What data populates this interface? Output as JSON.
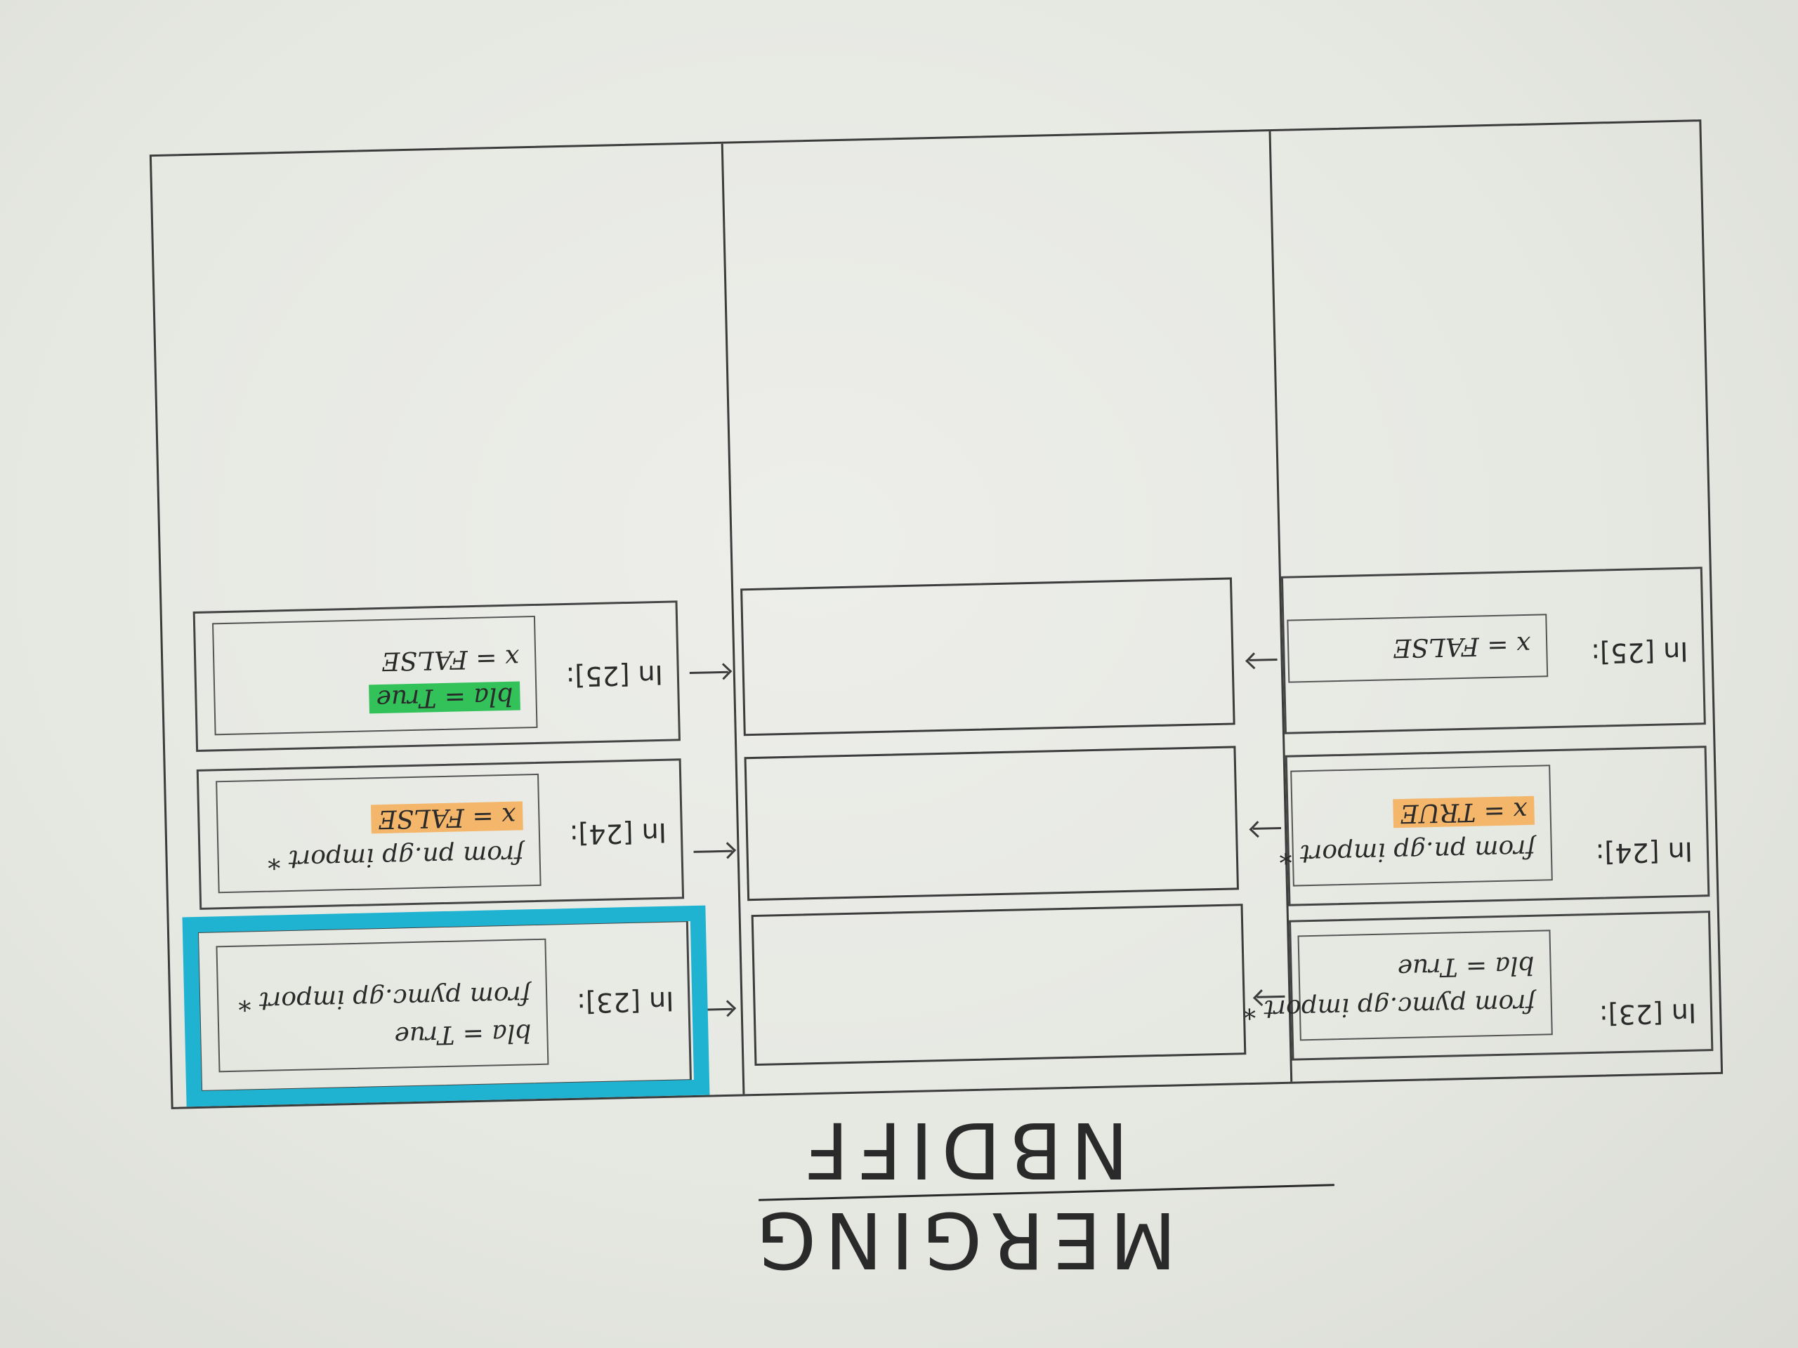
{
  "title": "MERGING NBDIFF",
  "local": {
    "cells": [
      {
        "prompt": "In [23]:",
        "lines": [
          "bla = True",
          "from pymc.gp import *"
        ]
      },
      {
        "prompt": "In [24]:",
        "lines": [
          "from pn.gp import *",
          "x = FALSE"
        ],
        "highlight_line": 1,
        "highlight_color": "#f4b66a"
      },
      {
        "prompt": "In [25]:",
        "lines": [
          "bla = True",
          "x = FALSE"
        ],
        "highlight_line": 0,
        "highlight_color": "#33c15a"
      }
    ]
  },
  "remote": {
    "cells": [
      {
        "prompt": "In [23]:",
        "lines": [
          "from pymc.gp import *",
          "bla = True"
        ]
      },
      {
        "prompt": "In [24]:",
        "lines": [
          "from pn.gp import *",
          "x = TRUE"
        ],
        "highlight_line": 1,
        "highlight_color": "#f4b66a"
      },
      {
        "prompt": "In [25]:",
        "lines": [
          "x = FALSE"
        ]
      }
    ]
  }
}
